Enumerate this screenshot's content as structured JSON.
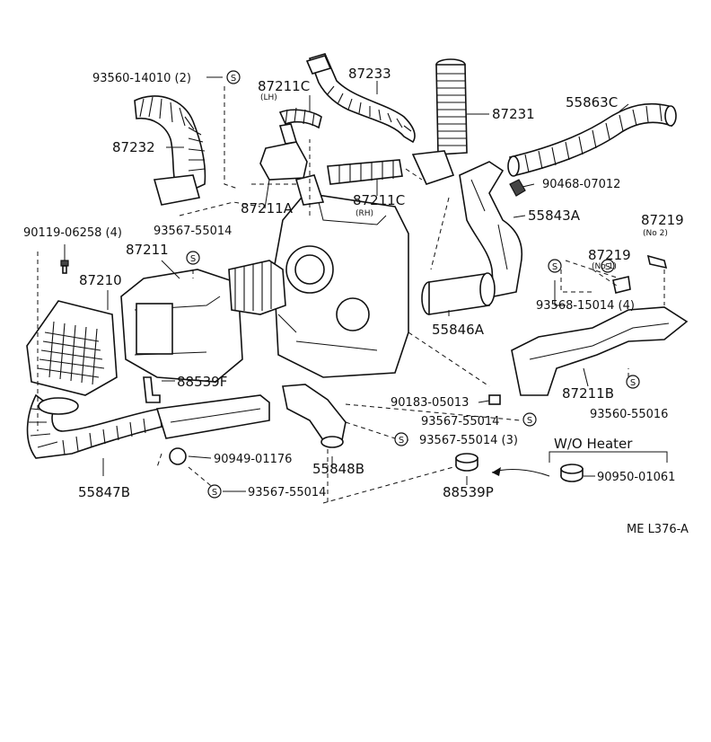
{
  "labels": {
    "p93560_14010": "93560-14010 (2)",
    "p87211C_lh": "87211C",
    "lh_note": "(LH)",
    "p87233": "87233",
    "p87231": "87231",
    "p55863C": "55863C",
    "p87232": "87232",
    "p90468_07012": "90468-07012",
    "p87211A": "87211A",
    "p87211C_rh": "87211C",
    "rh_note": "(RH)",
    "p55843A": "55843A",
    "p90119_06258": "90119-06258 (4)",
    "p93567_55014_a": "93567-55014",
    "p87211": "87211",
    "p87219_no2": "87219",
    "no2_note": "(No 2)",
    "p87219_no1": "87219",
    "no1_note": "(No 1)",
    "p87210": "87210",
    "p93568_15014": "93568-15014 (4)",
    "p55846A": "55846A",
    "p88539F": "88539F",
    "p90183_05013": "90183-05013",
    "p87211B": "87211B",
    "p93567_55014_b": "93567-55014",
    "p93560_55016": "93560-55016",
    "p93567_55014_c": "93567-55014 (3)",
    "wo_heater": "W/O Heater",
    "p90949_01176": "90949-01176",
    "p55848B": "55848B",
    "p90950_01061": "90950-01061",
    "p55847B": "55847B",
    "p93567_55014_d": "93567-55014",
    "p88539P": "88539P",
    "fig_code": "ME L376-A"
  },
  "symbol_letter": "S"
}
